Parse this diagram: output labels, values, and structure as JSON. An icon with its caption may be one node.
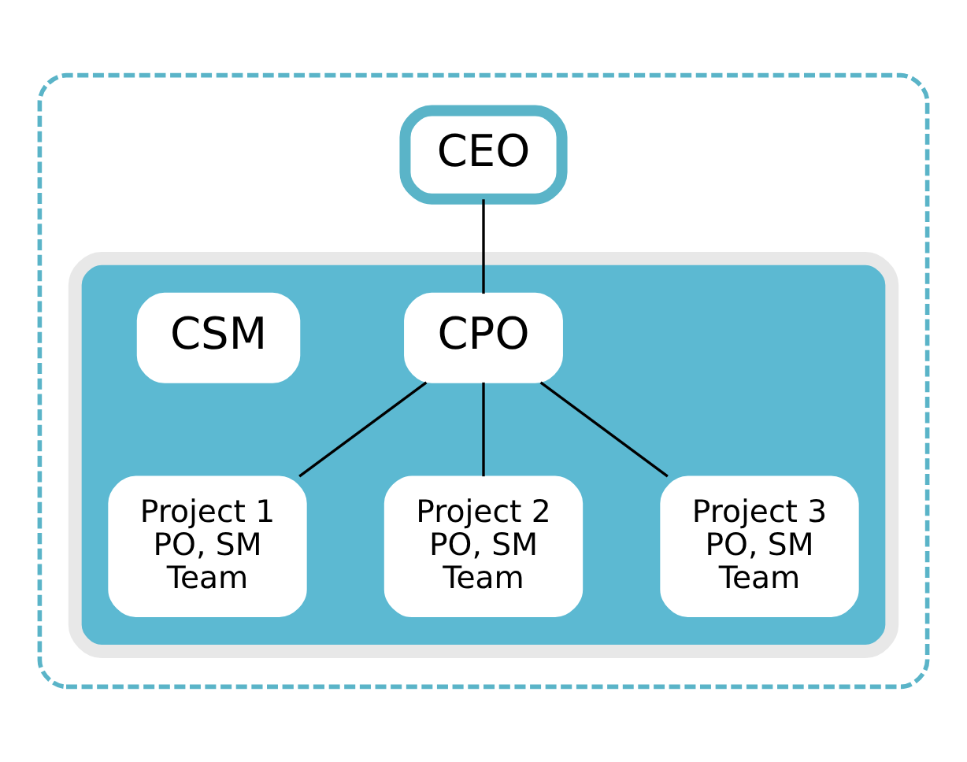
{
  "diagram": {
    "nodes": [
      {
        "text": [],
        "shape": "box"
      },
      {
        "text": [
          "CEO"
        ],
        "in": 0
      },
      {
        "text": [],
        "shape": "box",
        "in": 0
      },
      {
        "text": [
          "CPO"
        ],
        "in": 2
      },
      {
        "text": [
          "CSM"
        ],
        "in": 2
      },
      {
        "text": [
          "Project 1 PO, SM Team"
        ],
        "in": 2
      },
      {
        "text": [
          "Project 2 PO, SM Team"
        ],
        "in": 2
      },
      {
        "text": [
          "Project 3 PO, SM Team"
        ],
        "in": 2
      }
    ],
    "edges": [
      {
        "from": 1,
        "to": 3,
        "arrow": "none"
      },
      {
        "from": 3,
        "to": 5,
        "arrow": "none"
      },
      {
        "from": 3,
        "to": 6,
        "arrow": "none"
      },
      {
        "from": 3,
        "to": 7,
        "arrow": "none"
      }
    ]
  }
}
